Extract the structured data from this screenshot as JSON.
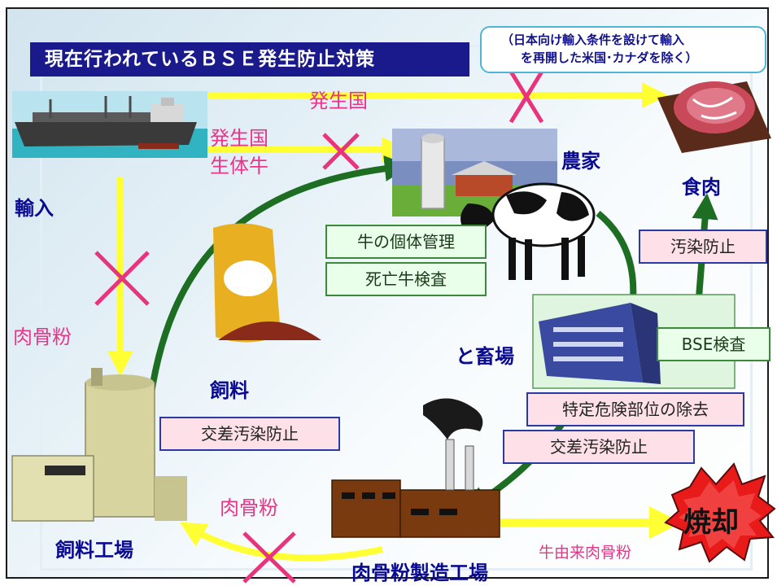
{
  "title": "現在行われているＢＳＥ発生防止対策",
  "note": {
    "line1": "（日本向け輸入条件を設けて輸入",
    "line2": "を再開した米国･カナダを除く）"
  },
  "nodes": {
    "import": "輸入",
    "farm": "農家",
    "meat": "食肉",
    "slaughterhouse": "と畜場",
    "feed": "飼料",
    "feed_factory": "飼料工場",
    "mbm_plant": "肉骨粉製造工場",
    "incinerate": "焼却"
  },
  "flows": {
    "import_to_meat": "発生国",
    "import_cattle_1": "発生国",
    "import_cattle_2": "生体牛",
    "import_mbm": "肉骨粉",
    "plant_to_feed_factory": "肉骨粉",
    "plant_to_incinerate": "牛由来肉骨粉"
  },
  "measures": {
    "individual_management": "牛の個体管理",
    "dead_cattle_test": "死亡牛検査",
    "contamination_prevention_meat": "汚染防止",
    "bse_test": "BSE検査",
    "srm_removal": "特定危険部位の除去",
    "cross_contamination_plant": "交差汚染防止",
    "cross_contamination_feed": "交差汚染防止"
  },
  "colors": {
    "title_bg": "#1a1a8c",
    "node_text": "#0a0a90",
    "flow_text": "#e8358a",
    "blocked_mark": "#e8347c",
    "yellow_arrow": "#ffff33",
    "green_arrow": "#1d6e22",
    "measure_green_bg": "#eaffea",
    "measure_pink_bg": "#fde0e8"
  },
  "icons": [
    "cargo-ship-icon",
    "farm-silo-icon",
    "cow-icon",
    "meat-icon",
    "feed-sack-icon",
    "feed-factory-icon",
    "slaughterhouse-icon",
    "rendering-plant-icon",
    "explosion-icon",
    "blocked-x-icon"
  ]
}
